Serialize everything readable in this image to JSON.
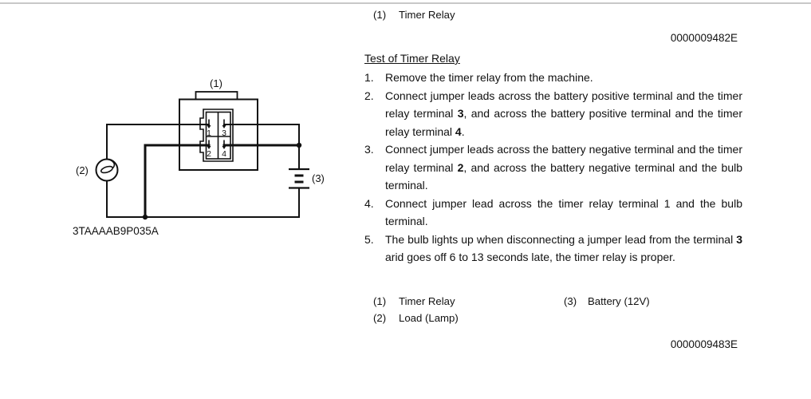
{
  "top_caption": {
    "num": "(1)",
    "label": "Timer Relay"
  },
  "code_top": "0000009482E",
  "section": {
    "heading": "Test of Timer Relay",
    "steps": [
      {
        "num": "1.",
        "parts": [
          "Remove the timer relay from the machine."
        ]
      },
      {
        "num": "2.",
        "parts": [
          "Connect jumper leads across the battery positive terminal and the timer relay terminal ",
          "3",
          ", and across the battery positive terminal and the timer relay terminal ",
          "4",
          "."
        ]
      },
      {
        "num": "3.",
        "parts": [
          "Connect jumper leads across the battery negative terminal and the timer relay terminal ",
          "2",
          ", and across the battery negative terminal and the bulb terminal."
        ]
      },
      {
        "num": "4.",
        "parts": [
          "Connect jumper lead across the timer relay terminal 1 and the bulb terminal."
        ]
      },
      {
        "num": "5.",
        "parts": [
          "The bulb lights up when disconnecting a jumper lead from the terminal ",
          "3",
          " arid goes off 6 to 13 seconds late, the timer relay is proper."
        ]
      }
    ]
  },
  "legend": {
    "left": [
      {
        "num": "(1)",
        "label": "Timer Relay"
      },
      {
        "num": "(2)",
        "label": "Load (Lamp)"
      }
    ],
    "right": [
      {
        "num": "(3)",
        "label": "Battery (12V)"
      }
    ]
  },
  "code_bottom": "0000009483E",
  "diagram": {
    "relay_label": "(1)",
    "load_label": "(2)",
    "battery_label": "(3)",
    "part_number": "3TAAAAB9P035A",
    "terminals": {
      "t1": "1",
      "t2": "2",
      "t3": "3",
      "t4": "4"
    }
  },
  "colors": {
    "ink": "#111111",
    "top_rule": "#c8c8c8"
  }
}
